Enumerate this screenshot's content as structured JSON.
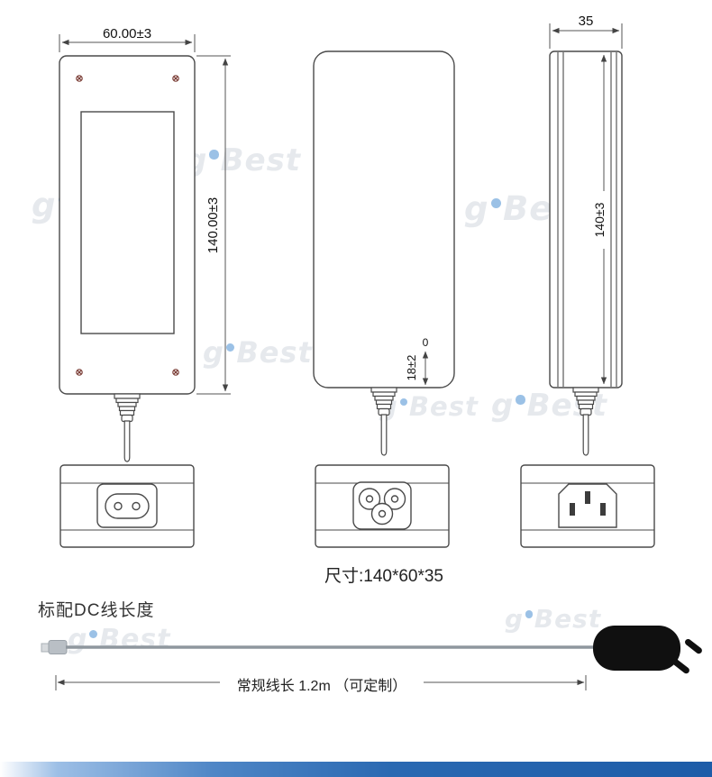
{
  "watermark": {
    "prefix": "g",
    "suffix": "Best"
  },
  "views": {
    "front": {
      "width_dim": "60.00±3",
      "height_dim": "140.00±3"
    },
    "middle": {
      "zero_mark": "0",
      "strain_dim": "18±2"
    },
    "side": {
      "width_dim": "35",
      "height_dim": "140±3"
    }
  },
  "size_caption": "尺寸:140*60*35",
  "dc_section": {
    "heading": "标配DC线长度",
    "cable_length_label": "常规线长 1.2m （可定制）"
  },
  "colors": {
    "line": "#4a4a4a",
    "screw": "#7b3d36",
    "cable_gray": "#8f979e",
    "plug_black": "#101010",
    "accent_bar_blue": "#1d5ca8",
    "watermark_gray": "#e6e9ed",
    "watermark_dot_blue": "#8ab6e2"
  }
}
